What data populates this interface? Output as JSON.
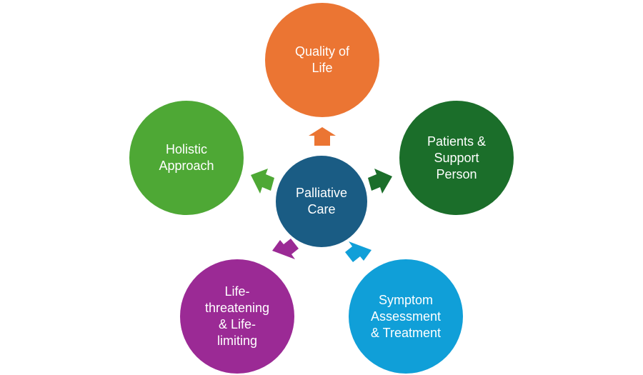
{
  "diagram": {
    "center": {
      "label": "Palliative\nCare",
      "color": "#1a5c84"
    },
    "nodes": [
      {
        "id": "top",
        "label": "Quality of\nLife",
        "color": "#eb7533"
      },
      {
        "id": "right",
        "label": "Patients &\nSupport\nPerson",
        "color": "#1b6e2a"
      },
      {
        "id": "br",
        "label": "Symptom\nAssessment\n& Treatment",
        "color": "#109fd8"
      },
      {
        "id": "bl",
        "label": "Life-\nthreatening\n& Life-\nlimiting",
        "color": "#9b2a95"
      },
      {
        "id": "left",
        "label": "Holistic\nApproach",
        "color": "#4ea835"
      }
    ]
  }
}
